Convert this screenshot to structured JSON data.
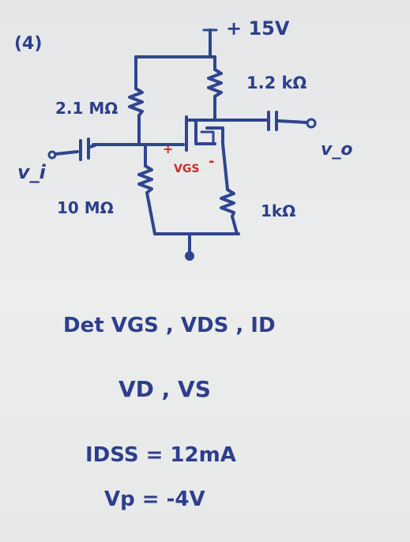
{
  "problem": {
    "number": "(4)"
  },
  "circuit": {
    "supply": "+ 15V",
    "r_drain": "1.2 kΩ",
    "r_gate_top": "2.1 MΩ",
    "r_gate_bottom": "10 MΩ",
    "r_source": "1kΩ",
    "input": "v_i",
    "output": "v_o",
    "vgs_label": "VGS",
    "vgs_plus": "+",
    "vgs_minus": "-"
  },
  "task": {
    "line1": "Det  VGS , VDS , ID",
    "line2": "VD , VS"
  },
  "given": {
    "idss": "IDSS = 12mA",
    "vp": "Vp = -4V"
  },
  "colors": {
    "ink": "#2d3f8c",
    "red_ink": "#d02828",
    "paper": "#e9eaea"
  }
}
